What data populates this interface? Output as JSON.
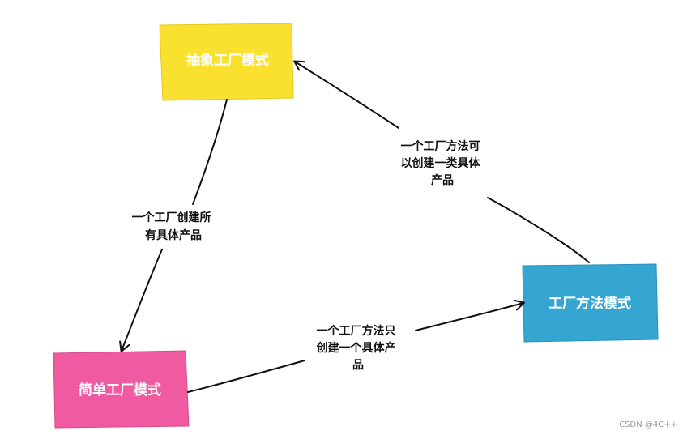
{
  "nodes": {
    "abstract_factory": {
      "label": "抽象工厂模式",
      "color": "#fbe12f"
    },
    "simple_factory": {
      "label": "简单工厂模式",
      "color": "#ef5aa1"
    },
    "factory_method": {
      "label": "工厂方法模式",
      "color": "#35a5d1"
    }
  },
  "edges": {
    "factory_method_to_abstract": {
      "lines": [
        "一个工厂方法可",
        "以创建一类具体",
        "产品"
      ]
    },
    "abstract_to_simple": {
      "lines": [
        "一个工厂创建所",
        "有具体产品"
      ]
    },
    "simple_to_factory_method": {
      "lines": [
        "一个工厂方法只",
        "创建一个具体产",
        "品"
      ]
    }
  },
  "watermark": "CSDN @4C++",
  "colors": {
    "line": "#111111",
    "text_on_node": "#ffffff"
  }
}
